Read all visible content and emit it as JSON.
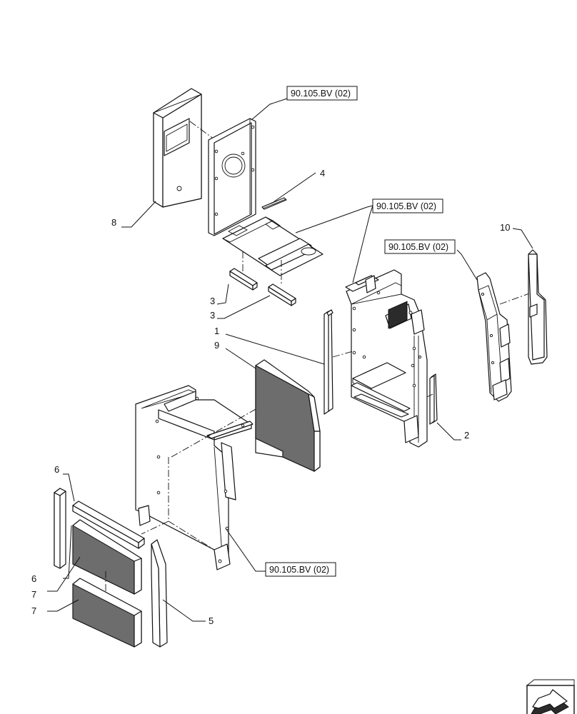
{
  "references": [
    {
      "id": "ref-1",
      "label": "90.105.BV (02)"
    },
    {
      "id": "ref-2",
      "label": "90.105.BV (02)"
    },
    {
      "id": "ref-3",
      "label": "90.105.BV (02)"
    },
    {
      "id": "ref-4",
      "label": "90.105.BV (02)"
    }
  ],
  "callouts": {
    "c1": "1",
    "c2": "2",
    "c3a": "3",
    "c3b": "3",
    "c4": "4",
    "c5": "5",
    "c6a": "6",
    "c6b": "6",
    "c7a": "7",
    "c7b": "7",
    "c8": "8",
    "c9": "9",
    "c10": "10"
  },
  "icons": {
    "navigation": "arrow-next-page-icon"
  }
}
